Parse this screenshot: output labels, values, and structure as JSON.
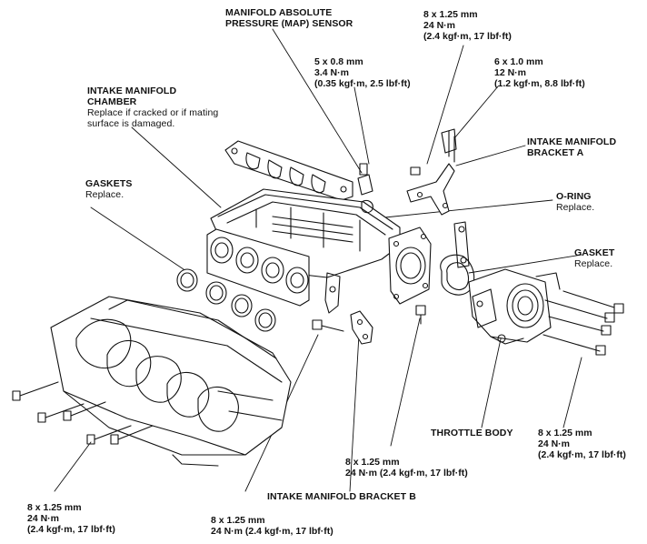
{
  "labels": {
    "map_sensor": {
      "title_l1": "MANIFOLD ABSOLUTE",
      "title_l2": "PRESSURE (MAP) SENSOR"
    },
    "chamber": {
      "title_l1": "INTAKE MANIFOLD",
      "title_l2": "CHAMBER",
      "note_l1": "Replace if cracked or if mating",
      "note_l2": "surface is damaged."
    },
    "gaskets": {
      "title": "GASKETS",
      "note": "Replace."
    },
    "bracket_a": {
      "title_l1": "INTAKE MANIFOLD",
      "title_l2": "BRACKET A"
    },
    "o_ring": {
      "title": "O-RING",
      "note": "Replace."
    },
    "gasket": {
      "title": "GASKET",
      "note": "Replace."
    },
    "throttle_body": {
      "title": "THROTTLE BODY"
    },
    "bracket_b": {
      "title": "INTAKE MANIFOLD BRACKET B"
    }
  },
  "specs": {
    "map_bolt": {
      "l1": "5 x 0.8 mm",
      "l2": "3.4 N·m",
      "l3": "(0.35 kgf·m, 2.5 lbf·ft)"
    },
    "top_bolt": {
      "l1": "8 x 1.25 mm",
      "l2": "24 N·m",
      "l3": "(2.4 kgf·m, 17 lbf·ft)"
    },
    "right_bolt": {
      "l1": "6 x 1.0 mm",
      "l2": "12 N·m",
      "l3": "(1.2 kgf·m, 8.8 lbf·ft)"
    },
    "throttle_bolts": {
      "l1": "8 x 1.25 mm",
      "l2": "24 N·m",
      "l3": "(2.4 kgf·m, 17 lbf·ft)"
    },
    "bracket_b_top": {
      "l1": "8 x 1.25 mm",
      "l2": "24 N·m (2.4 kgf·m, 17 lbf·ft)"
    },
    "bracket_b_bottom": {
      "l1": "8 x 1.25 mm",
      "l2": "24 N·m (2.4 kgf·m, 17 lbf·ft)"
    },
    "lower_left": {
      "l1": "8 x 1.25 mm",
      "l2": "24 N·m",
      "l3": "(2.4 kgf·m, 17 lbf·ft)"
    }
  }
}
